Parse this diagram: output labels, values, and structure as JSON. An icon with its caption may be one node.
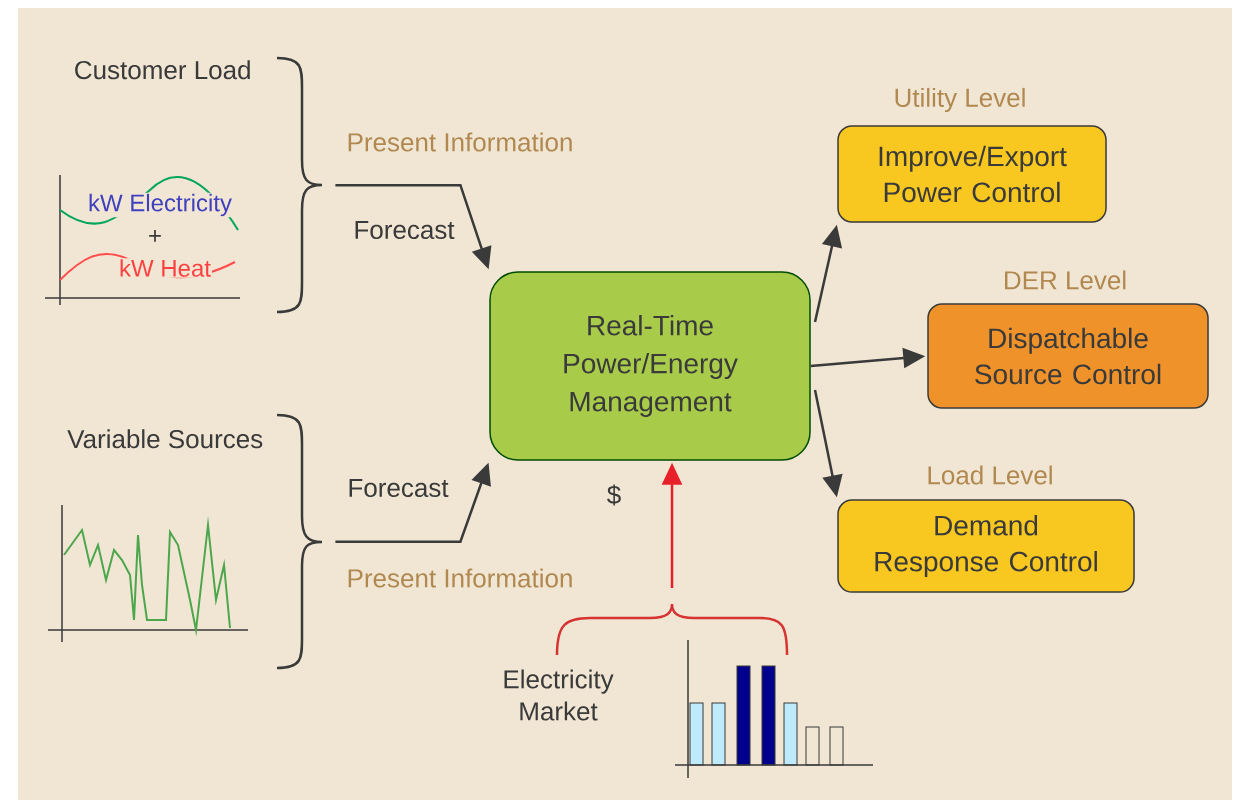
{
  "diagram": {
    "nodes": [
      {
        "text": [
          "Customer Load"
        ]
      },
      {
        "text": [
          "Variable Sources"
        ]
      },
      {
        "text": [
          "Real-Time Power/Energy Management"
        ]
      },
      {
        "text": [
          "Utility Level",
          "Improve/Export Power Control"
        ]
      },
      {
        "text": [
          "DER Level",
          "Dispatchable Source Control"
        ]
      },
      {
        "text": [
          "Load Level",
          "Demand Response Control"
        ]
      },
      {
        "text": [
          "Electricity Market"
        ]
      }
    ],
    "edges": [
      {
        "from": 0,
        "to": 2,
        "arrow": "to",
        "label": "Forecast"
      },
      {
        "from": 1,
        "to": 2,
        "arrow": "to",
        "label": "Forecast"
      },
      {
        "from": 2,
        "to": 3,
        "arrow": "to"
      },
      {
        "from": 2,
        "to": 4,
        "arrow": "to"
      },
      {
        "from": 2,
        "to": 5,
        "arrow": "to"
      },
      {
        "from": 6,
        "to": 2,
        "arrow": "to",
        "label": "$",
        "color": "#e8202a"
      }
    ],
    "labels": [
      "Present Information",
      "kW Electricity",
      "+",
      "kW Heat",
      "Present Information"
    ]
  }
}
